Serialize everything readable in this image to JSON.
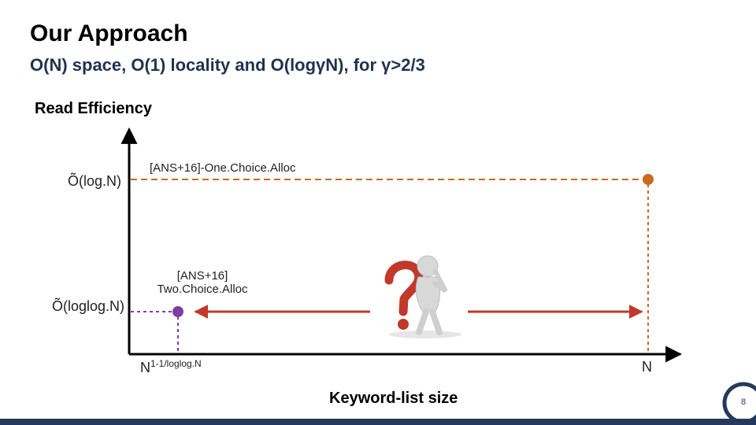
{
  "slide": {
    "title": "Our Approach",
    "subtitle": "O(N) space, O(1) locality and O(logγN), for γ>2/3",
    "page_number": "8"
  },
  "axes": {
    "y_label": "Read Efficiency",
    "x_label": "Keyword-list size",
    "y_ticks": [
      "Õ(log.N)",
      "Õ(loglog.N)"
    ],
    "x_ticks": {
      "left_base": "N",
      "left_exponent": "1-1/loglog.N",
      "right": "N"
    }
  },
  "annotations": {
    "one_choice": "[ANS+16]-One.Choice.Alloc",
    "two_choice_line1": "[ANS+16]",
    "two_choice_line2": "Two.Choice.Alloc"
  },
  "colors": {
    "axis": "#000000",
    "one_choice": "#c96a20",
    "two_choice": "#7b3fa6",
    "arrow": "#c0392b",
    "brand": "#25395c"
  },
  "figure": {
    "icon": "thinking-person-with-question-mark-icon"
  }
}
